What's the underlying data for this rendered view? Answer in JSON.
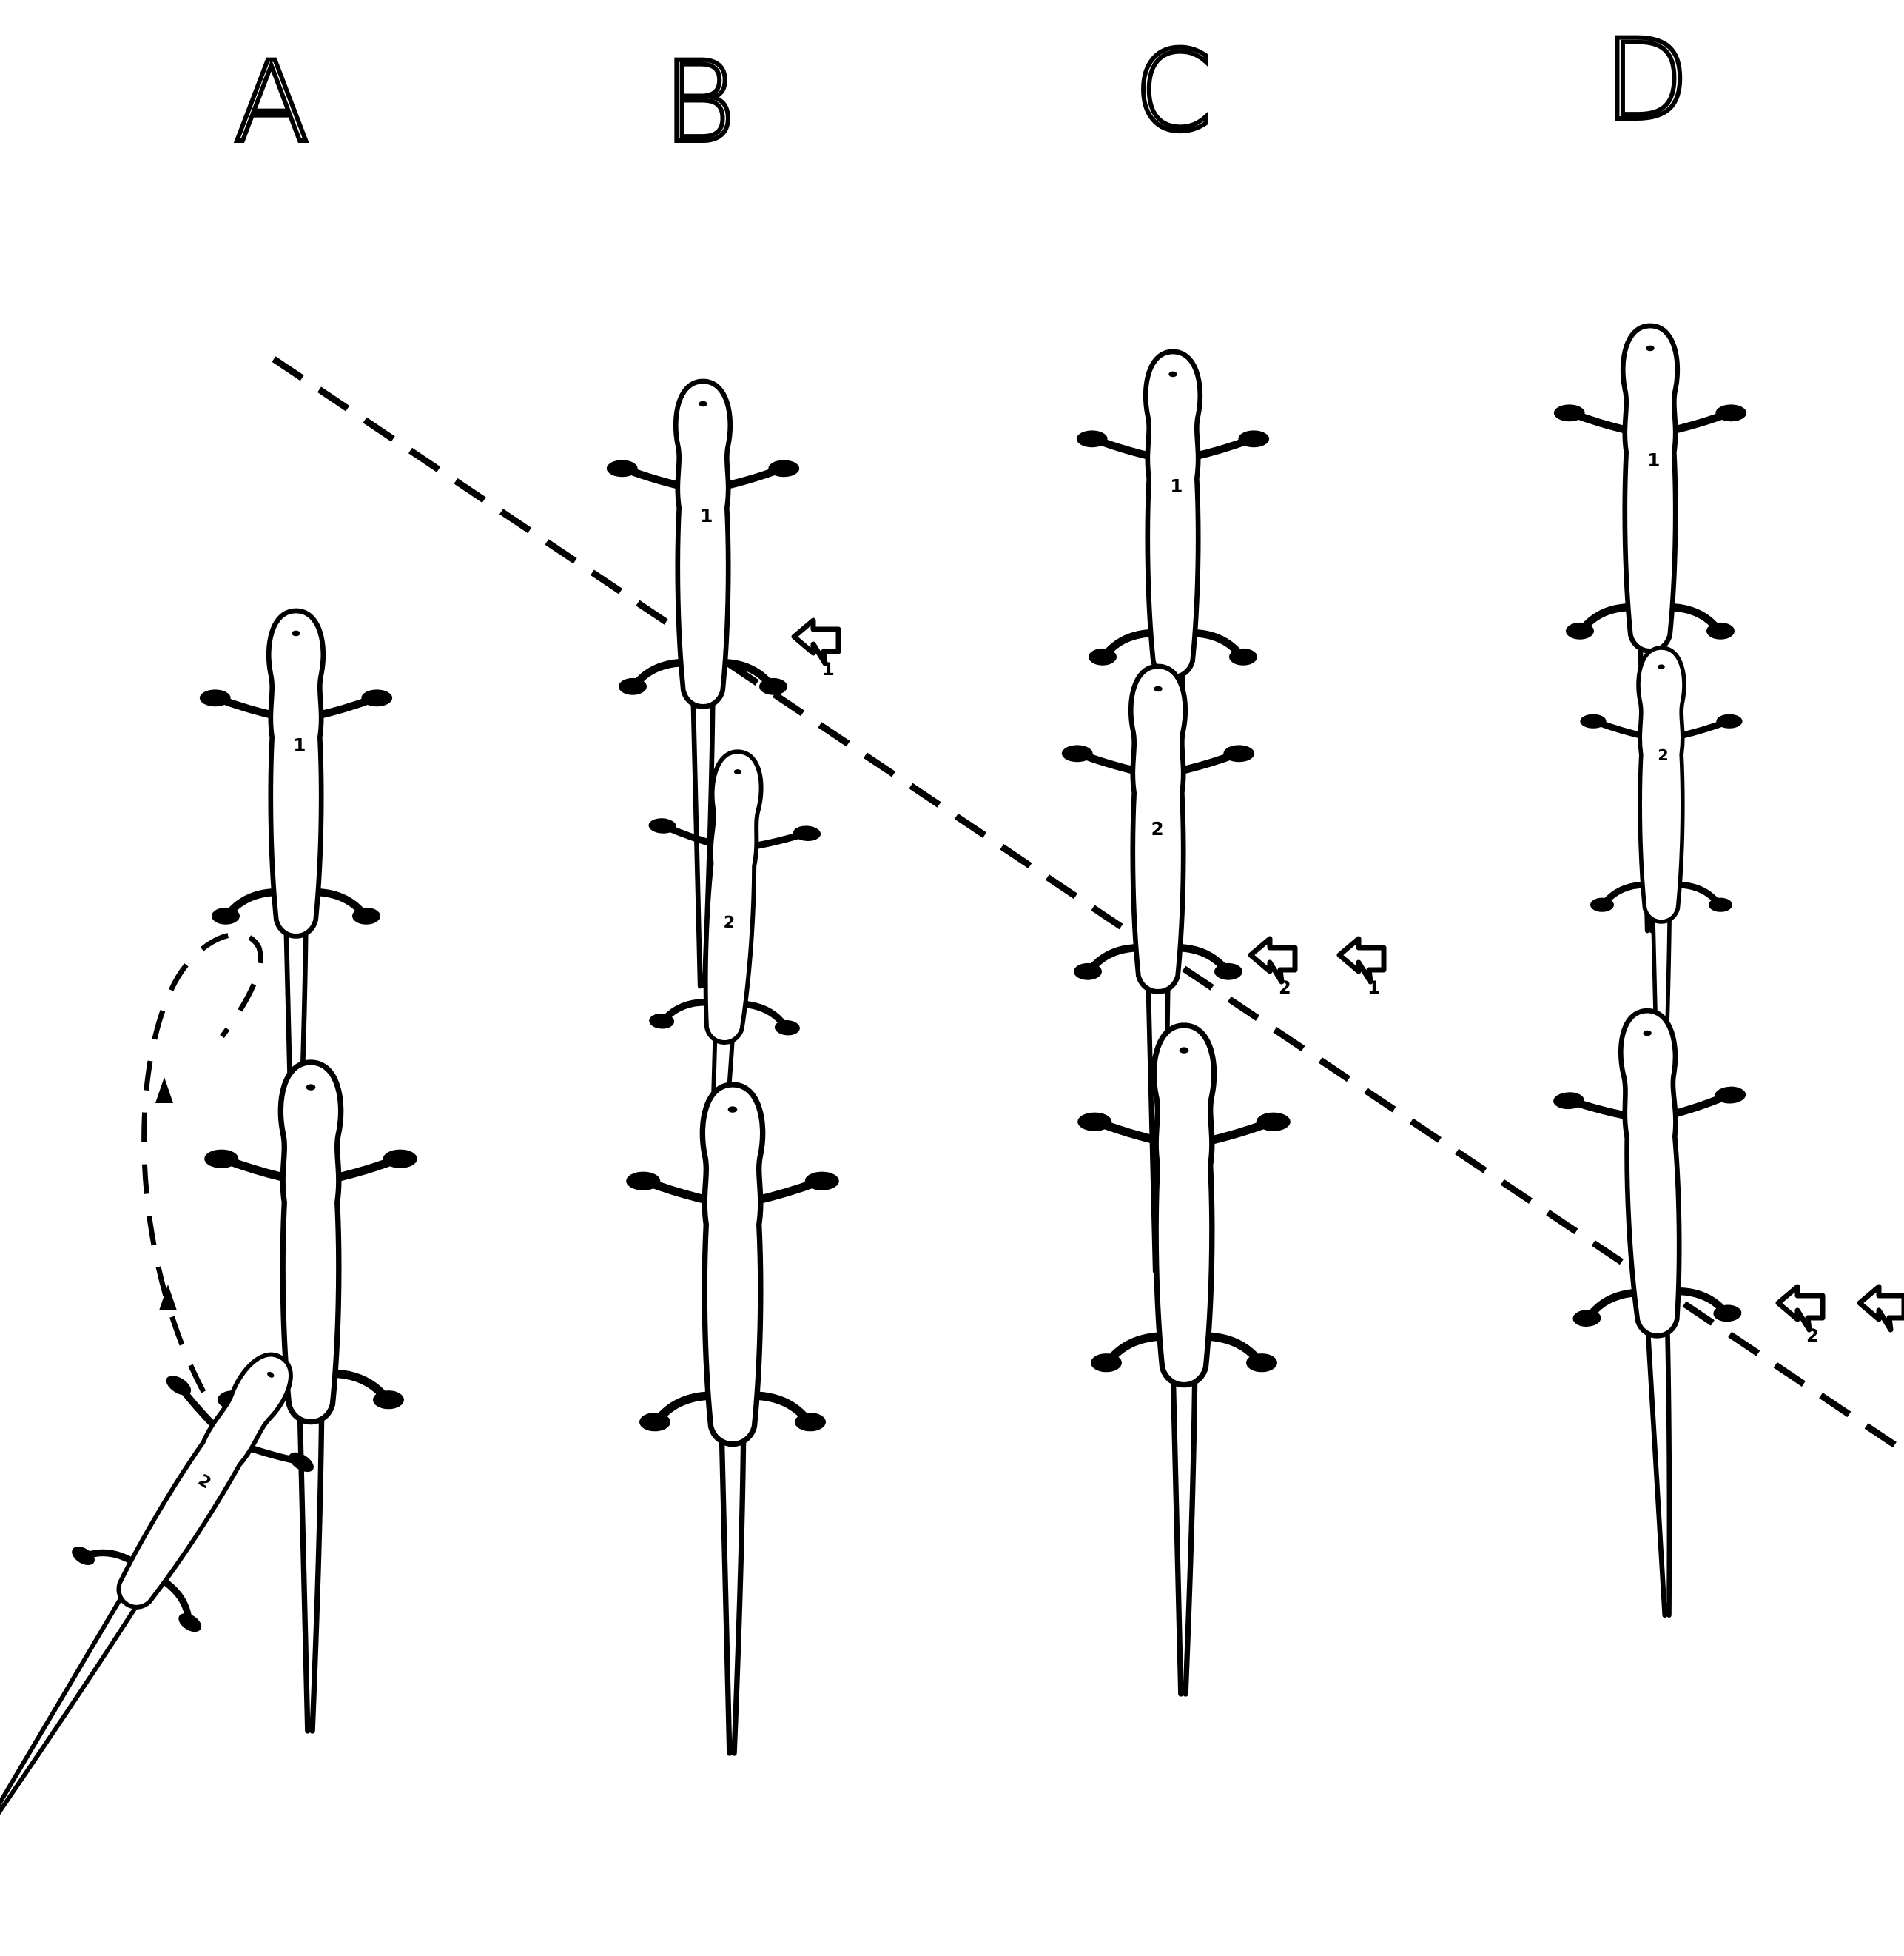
{
  "panels": [
    {
      "id": "A",
      "label": "A"
    },
    {
      "id": "B",
      "label": "B"
    },
    {
      "id": "C",
      "label": "C"
    },
    {
      "id": "D",
      "label": "D"
    }
  ],
  "salamander_numbers": {
    "first": "1",
    "second": "2"
  },
  "arrow_numbers": {
    "first": "1",
    "second": "2"
  }
}
